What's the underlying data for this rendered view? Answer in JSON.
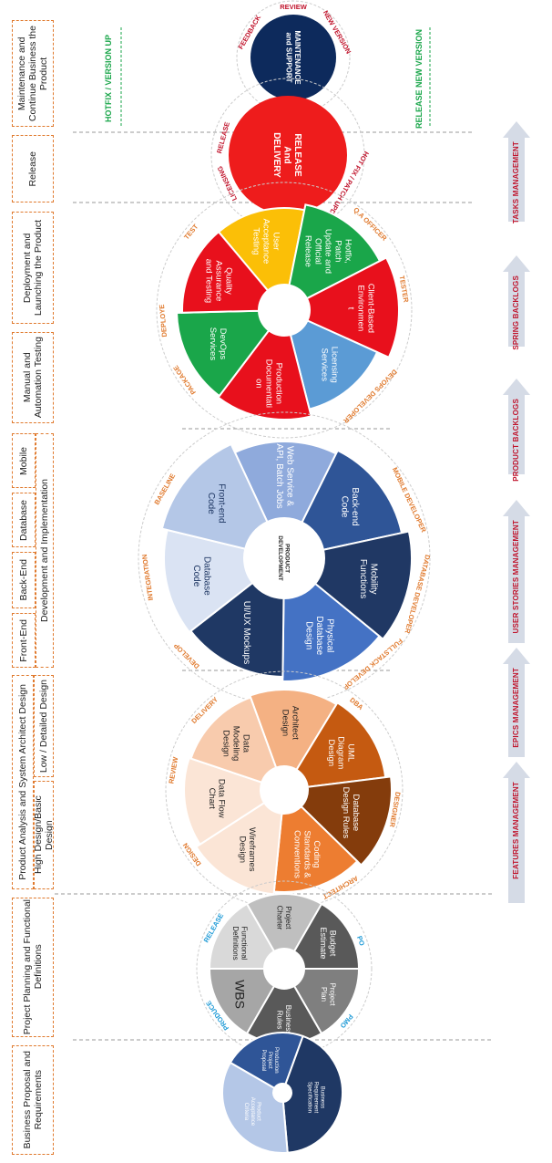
{
  "phases": {
    "maintenance": "Maintenance and\nContinue Business the\nProduct",
    "release": "Release",
    "deployment": "Deployment and\nLaunching the Product",
    "testing": "Manual and\nAutomation Testing",
    "mobile": "Mobile",
    "database": "Database",
    "backend": "Back-End",
    "frontend": "Front-End",
    "development": "Development and Implementation",
    "analysis": "Product Analysis and System Architect Design",
    "low_design": "Low / Detailed Design",
    "high_design": "High Design/Basic Design",
    "planning": "Project Planning and Functional\nDefinitions",
    "proposal": "Business Proposal and\nRequirements"
  },
  "side_labels": {
    "hotfix": "HOTFIX / VERSION UP",
    "release_new": "RELEASE NEW VERSION"
  },
  "arrows": [
    "TASKS MANAGEMENT",
    "SPRING BACKLOGS",
    "PRODUCT BACKLOGS",
    "USER STORIES MANAGEMENT",
    "EPICS MANAGEMENT",
    "FEATURES MANAGEMENT"
  ],
  "circles": {
    "maintenance": {
      "center": "MAINTENANCE\nand SUPPORT",
      "ring": [
        "REVIEW",
        "NEW VERSION",
        "FEEDBACK"
      ],
      "color": "#0d2a5c"
    },
    "release": {
      "center": "RELEASE\nAnd\nDELIVERY",
      "ring": [
        "LICENSING",
        "RELEASE",
        "HOT FIX / PATCH UPDATE"
      ],
      "color": "#ee1c1c"
    },
    "deployment": {
      "segments": [
        "User\nAcceptance\nTesting",
        "Hotfix,\nPatch\nUpdate and\nOfficial\nRelease",
        "Client-Based\nEnvironmen\nt",
        "Licensing\nServices",
        "Production\nDocumentati\non",
        "DevOps\nServices",
        "Quality\nAssurance\nand Testing"
      ],
      "ring": [
        "TEST",
        "Q.A OFFICER",
        "TESTER",
        "DEVOPS DEVELOPER",
        "PACKAGE",
        "DEPLOYE"
      ]
    },
    "development": {
      "hub": "PRODUCT\nDEVELOPMENT",
      "segments": [
        "Web Service &\nAPI, Batch Jobs",
        "Back-end\nCode",
        "Mobility\nFunctions",
        "Physical\nDatabase\nDesign",
        "UI/UX Mockups",
        "Database\nCode",
        "Front-end\nCode"
      ],
      "ring": [
        "MOBILE DEVELOPER",
        "DATABASE DEVELOPER",
        "FULLSTACK DEVELOP",
        "DEVELOP",
        "INTEGRATION",
        "BASELINE"
      ]
    },
    "design": {
      "segments": [
        "Architect\nDesign",
        "UML\nDiagram\nDesign",
        "Database\nDesign Rules",
        "Coding\nStandards &\nConventions",
        "Wireframes\nDesign",
        "Data Flow\nChart",
        "Data\nModeling\nDesign"
      ],
      "ring": [
        "DBA",
        "DESIGNER",
        "ARCHITECT",
        "DESIGN",
        "REVIEW",
        "DELIVERY"
      ]
    },
    "planning": {
      "segments": [
        "Project\nCharter",
        "Budget\nEstimate",
        "Project\nPlan",
        "Business\nRules",
        "WBS",
        "Functional\nDefinitions"
      ],
      "ring": [
        "PO",
        "PMO",
        "PRODUCE",
        "RELEASE"
      ]
    },
    "proposal": {
      "segments": [
        "Production\nProject\nProposal",
        "Business\nRequirement\nSpecification",
        "Product\nAcceptance\nCriteria"
      ]
    }
  }
}
